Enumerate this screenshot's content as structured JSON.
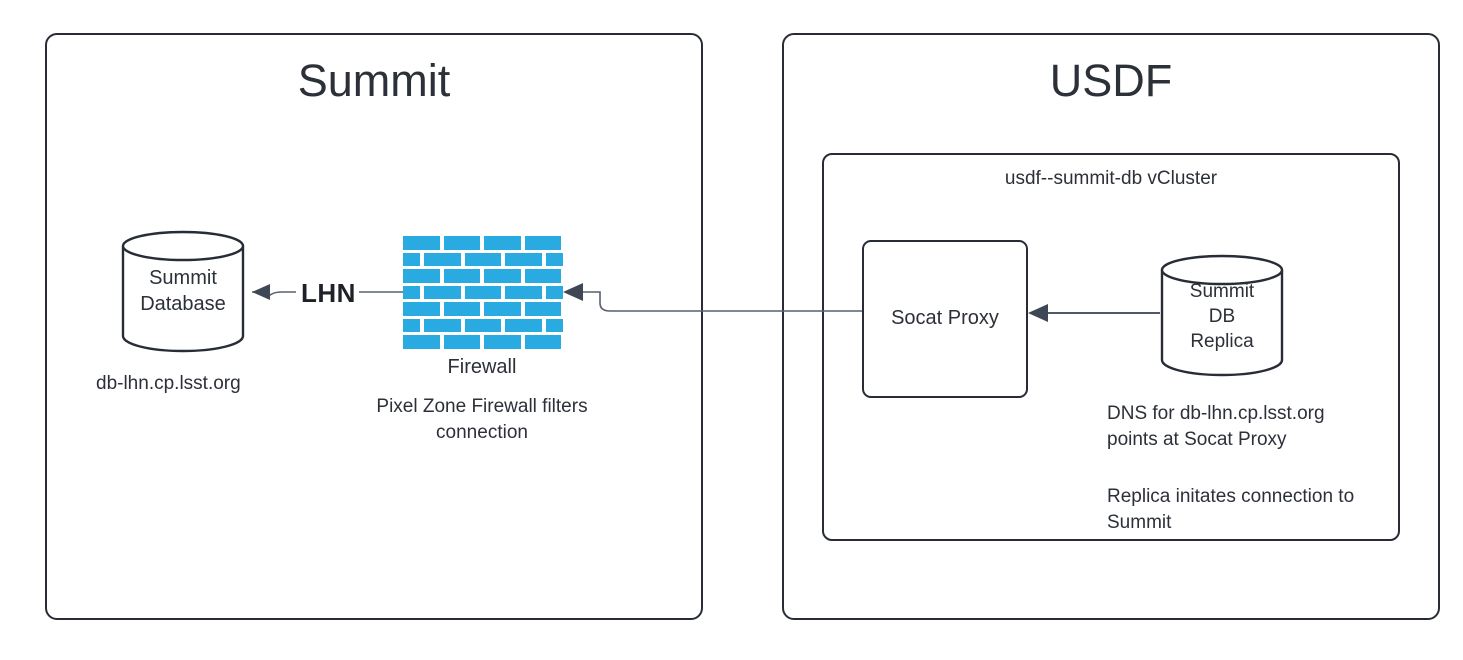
{
  "diagram": {
    "title_summit": "Summit",
    "title_usdf": "USDF"
  },
  "summit_zone": {
    "title": "Summit",
    "database": {
      "line1": "Summit",
      "line2": "Database",
      "hostname": "db-lhn.cp.lsst.org"
    },
    "firewall": {
      "label": "Firewall",
      "note_line1": "Pixel Zone Firewall filters",
      "note_line2": "connection",
      "brick_color": "#29abe2"
    },
    "link_label": "LHN"
  },
  "usdf_zone": {
    "title": "USDF",
    "vcluster": {
      "title": "usdf--summit-db vCluster"
    },
    "socat_proxy": {
      "label": "Socat Proxy"
    },
    "replica": {
      "line1": "Summit",
      "line2": "DB",
      "line3": "Replica"
    },
    "notes": {
      "dns_line1": "DNS for db-lhn.cp.lsst.org",
      "dns_line2": "points at Socat Proxy",
      "conn_line1": "Replica initates connection to",
      "conn_line2": "Summit"
    }
  },
  "colors": {
    "stroke": "#272c36",
    "text": "#2c3038",
    "brick": "#29abe2",
    "connector": "#57606e"
  }
}
